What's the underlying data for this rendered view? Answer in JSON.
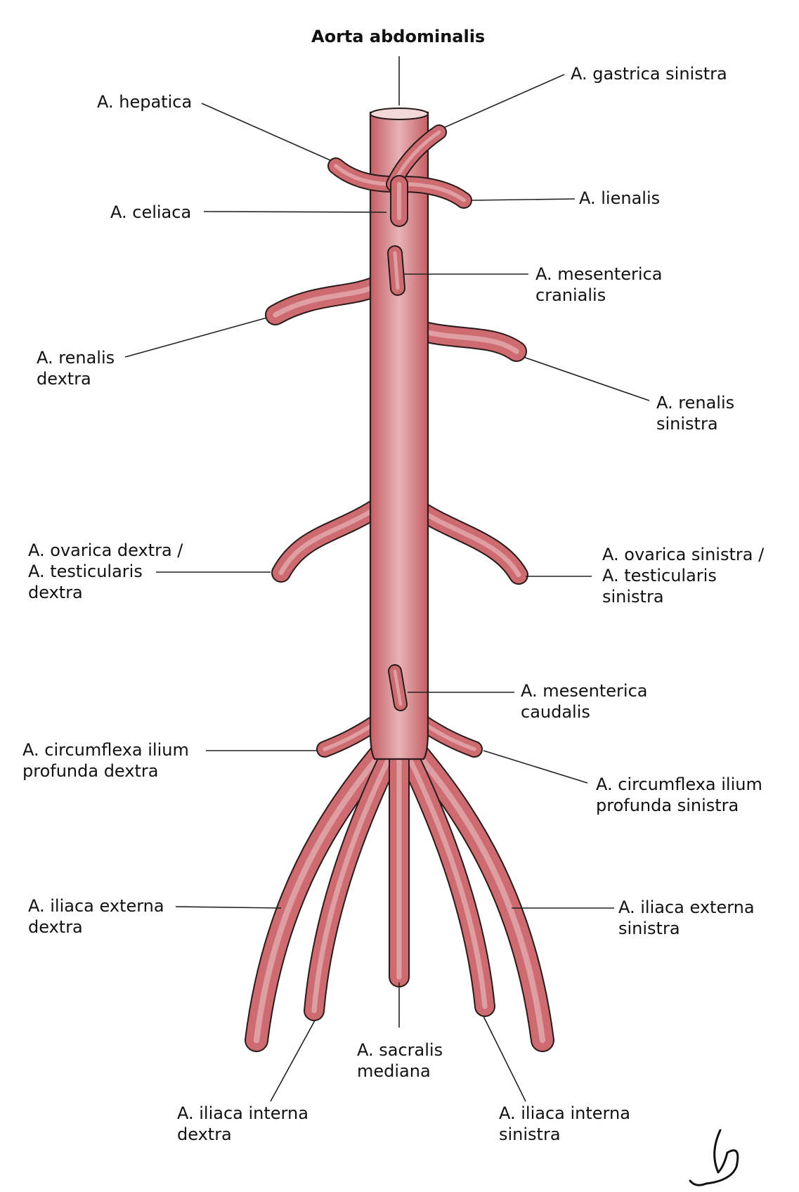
{
  "colors": {
    "vessel_fill": "#cd6b70",
    "vessel_highlight": "#efc9cb",
    "vessel_outline": "#2a1a1a",
    "leader_line": "#222222"
  },
  "labels": {
    "aorta": "Aorta abdominalis",
    "gastrica_sinistra": "A. gastrica sinistra",
    "hepatica": "A. hepatica",
    "lienalis": "A. lienalis",
    "celiaca": "A. celiaca",
    "mesenterica_cranialis": [
      "A. mesenterica",
      "cranialis"
    ],
    "renalis_dextra": [
      "A. renalis",
      "dextra"
    ],
    "renalis_sinistra": [
      "A. renalis",
      "sinistra"
    ],
    "ovarica_dextra": [
      "A. ovarica dextra /",
      "A. testicularis",
      "dextra"
    ],
    "ovarica_sinistra": [
      "A. ovarica sinistra /",
      "A. testicularis",
      "sinistra"
    ],
    "mesenterica_caudalis": [
      "A. mesenterica",
      "caudalis"
    ],
    "circumflexa_dextra": [
      "A. circumflexa ilium",
      "profunda dextra"
    ],
    "circumflexa_sinistra": [
      "A. circumflexa ilium",
      "profunda sinistra"
    ],
    "iliaca_externa_dextra": [
      "A. iliaca externa",
      "dextra"
    ],
    "iliaca_externa_sinistra": [
      "A. iliaca externa",
      "sinistra"
    ],
    "sacralis_mediana": [
      "A. sacralis",
      "mediana"
    ],
    "iliaca_interna_dextra": [
      "A. iliaca interna",
      "dextra"
    ],
    "iliaca_interna_sinistra": [
      "A. iliaca interna",
      "sinistra"
    ]
  }
}
